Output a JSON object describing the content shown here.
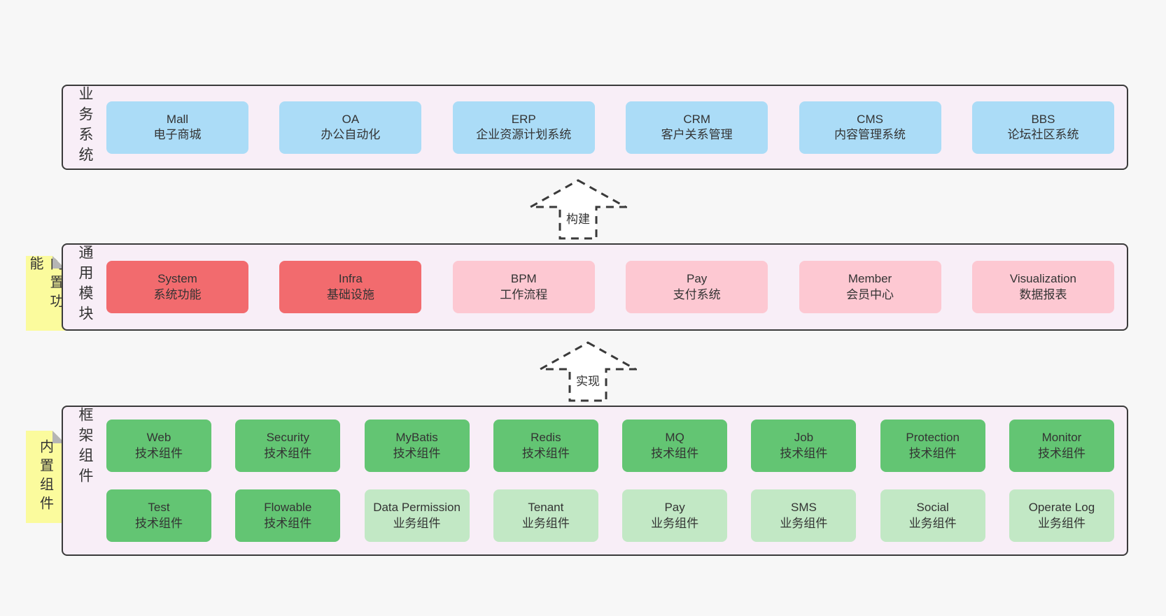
{
  "diagram": {
    "business": {
      "label": "业务系统",
      "boxes": [
        {
          "title": "Mall",
          "subtitle": "电子商城",
          "variant": "blue"
        },
        {
          "title": "OA",
          "subtitle": "办公自动化",
          "variant": "blue"
        },
        {
          "title": "ERP",
          "subtitle": "企业资源计划系统",
          "variant": "blue"
        },
        {
          "title": "CRM",
          "subtitle": "客户关系管理",
          "variant": "blue"
        },
        {
          "title": "CMS",
          "subtitle": "内容管理系统",
          "variant": "blue"
        },
        {
          "title": "BBS",
          "subtitle": "论坛社区系统",
          "variant": "blue"
        }
      ]
    },
    "modules": {
      "label": "通用模块",
      "sticky": "内置功能",
      "boxes": [
        {
          "title": "System",
          "subtitle": "系统功能",
          "variant": "red"
        },
        {
          "title": "Infra",
          "subtitle": "基础设施",
          "variant": "red"
        },
        {
          "title": "BPM",
          "subtitle": "工作流程",
          "variant": "pink"
        },
        {
          "title": "Pay",
          "subtitle": "支付系统",
          "variant": "pink"
        },
        {
          "title": "Member",
          "subtitle": "会员中心",
          "variant": "pink"
        },
        {
          "title": "Visualization",
          "subtitle": "数据报表",
          "variant": "pink"
        }
      ]
    },
    "components": {
      "label": "框架组件",
      "sticky": "内置组件",
      "row1": [
        {
          "title": "Web",
          "subtitle": "技术组件",
          "variant": "green"
        },
        {
          "title": "Security",
          "subtitle": "技术组件",
          "variant": "green"
        },
        {
          "title": "MyBatis",
          "subtitle": "技术组件",
          "variant": "green"
        },
        {
          "title": "Redis",
          "subtitle": "技术组件",
          "variant": "green"
        },
        {
          "title": "MQ",
          "subtitle": "技术组件",
          "variant": "green"
        },
        {
          "title": "Job",
          "subtitle": "技术组件",
          "variant": "green"
        },
        {
          "title": "Protection",
          "subtitle": "技术组件",
          "variant": "green"
        },
        {
          "title": "Monitor",
          "subtitle": "技术组件",
          "variant": "green"
        }
      ],
      "row2": [
        {
          "title": "Test",
          "subtitle": "技术组件",
          "variant": "green"
        },
        {
          "title": "Flowable",
          "subtitle": "技术组件",
          "variant": "green"
        },
        {
          "title": "Data Permission",
          "subtitle": "业务组件",
          "variant": "green-light"
        },
        {
          "title": "Tenant",
          "subtitle": "业务组件",
          "variant": "green-light"
        },
        {
          "title": "Pay",
          "subtitle": "业务组件",
          "variant": "green-light"
        },
        {
          "title": "SMS",
          "subtitle": "业务组件",
          "variant": "green-light"
        },
        {
          "title": "Social",
          "subtitle": "业务组件",
          "variant": "green-light"
        },
        {
          "title": "Operate Log",
          "subtitle": "业务组件",
          "variant": "green-light"
        }
      ]
    },
    "arrows": {
      "build": "构建",
      "implement": "实现"
    }
  },
  "colors": {
    "page_bg": "#f7f7f7",
    "panel_bg": "#f8eef7",
    "panel_border": "#3a3a3a",
    "blue": "#abdcf7",
    "red": "#f26b6e",
    "pink": "#fdc8d2",
    "green": "#63c573",
    "green_light": "#c2e8c5",
    "sticky_yellow": "#fbfb9d",
    "sticky_fold": "#b5b5b5",
    "text": "#333333"
  }
}
